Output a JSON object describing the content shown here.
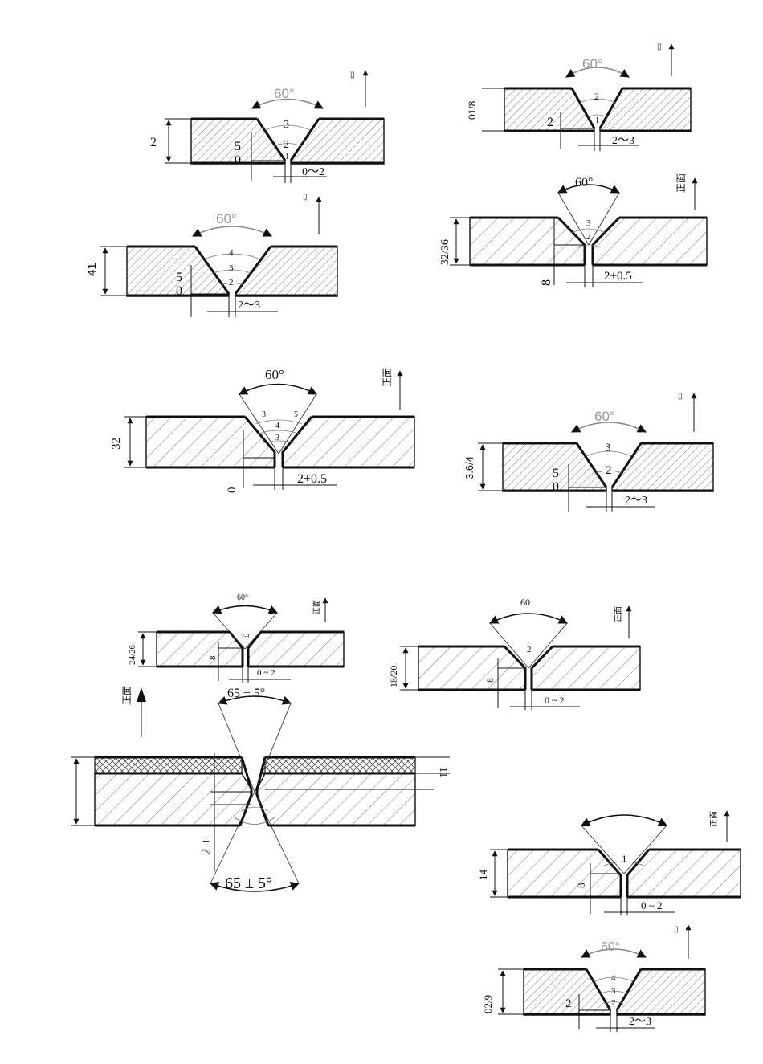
{
  "sheet": {
    "background": "#ffffff",
    "ink": "#111111",
    "muted": "#9a9a9a"
  },
  "joints": [
    {
      "angle": "60°",
      "passes": [
        "3",
        "2",
        "1"
      ],
      "thickness": "2",
      "root_face": "5",
      "gap_base": "0",
      "gap": "0～2",
      "side_mark": "▯"
    },
    {
      "angle": "60°",
      "passes": [
        "4",
        "3",
        "2"
      ],
      "thickness": "41",
      "root_face": "5",
      "gap_base": "0",
      "gap": "2～3",
      "side_mark": "▯"
    },
    {
      "angle": "60°",
      "passes": [
        "2",
        "1"
      ],
      "thickness": "01/8",
      "root_face": "2",
      "gap": "2～3",
      "side_mark": "▯"
    },
    {
      "angle": "60°",
      "passes": [
        "3",
        "2"
      ],
      "thickness": "32/36",
      "root_face": "8",
      "gap": "2+0.5",
      "side_mark": "正面"
    },
    {
      "angle": "60°",
      "passes": [
        "3",
        "5",
        "4",
        "3"
      ],
      "thickness": "32",
      "root_face": "0",
      "gap": "2+0.5",
      "side_mark": "正面"
    },
    {
      "angle": "60°",
      "passes": [
        "3",
        "2"
      ],
      "thickness": "3.6/4",
      "root_face": "5",
      "gap_base": "0",
      "gap": "2～3",
      "side_mark": "▯"
    },
    {
      "angle": "60°",
      "passes": [
        "2-3"
      ],
      "thickness": "24/26",
      "root_face": "8",
      "gap": "0 ~ 2",
      "side_mark": "正面"
    },
    {
      "angle": "60",
      "passes": [
        "2"
      ],
      "thickness": "18/20",
      "root_face": "8",
      "gap": "0 ~ 2",
      "side_mark": "正面"
    },
    {
      "angle": "65 ± 5°",
      "angle_bottom": "65 ± 5°",
      "thickness": "11",
      "root_face": "2 ±",
      "side_mark": "正面"
    },
    {
      "passes": [
        "1"
      ],
      "thickness": "14",
      "root_face": "8",
      "gap": "0 ~ 2",
      "side_mark": "正面"
    },
    {
      "angle": "60°",
      "passes": [
        "4",
        "3",
        "2"
      ],
      "thickness": "02/9",
      "root_face": "2",
      "gap": "2～3",
      "side_mark": "▯"
    }
  ]
}
